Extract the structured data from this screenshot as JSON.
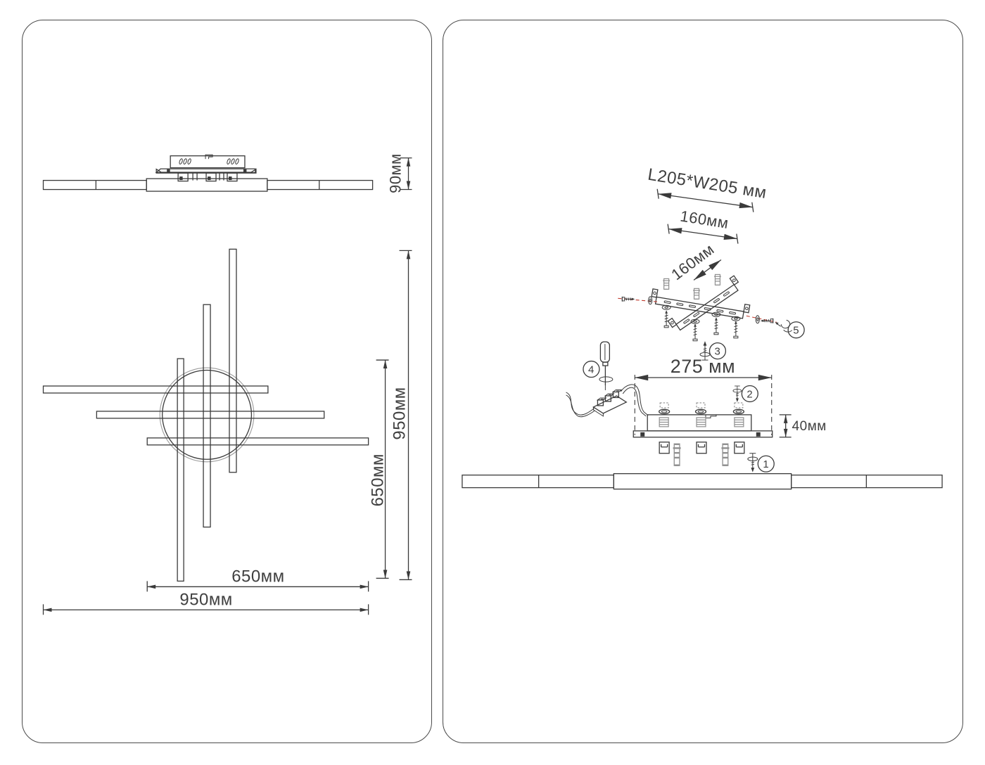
{
  "page": {
    "background": "#ffffff"
  },
  "colors": {
    "line": "#3a3a3a",
    "accent_red": "#c0392b",
    "panel_border": "#4a4a4a"
  },
  "left_panel": {
    "side_view": {
      "height_dim": "90мм"
    },
    "top_view": {
      "inner_width_dim": "650мм",
      "overall_width_dim": "950мм",
      "inner_height_dim": "650мм",
      "overall_height_dim": "950мм"
    }
  },
  "right_panel": {
    "bracket_plate_dim": "L205*W205 мм",
    "bracket_spacing_dim_a": "160мм",
    "bracket_spacing_dim_b": "160мм",
    "base_width_dim": "275 мм",
    "base_height_dim": "40мм",
    "steps": [
      "1",
      "2",
      "3",
      "4",
      "5"
    ]
  }
}
